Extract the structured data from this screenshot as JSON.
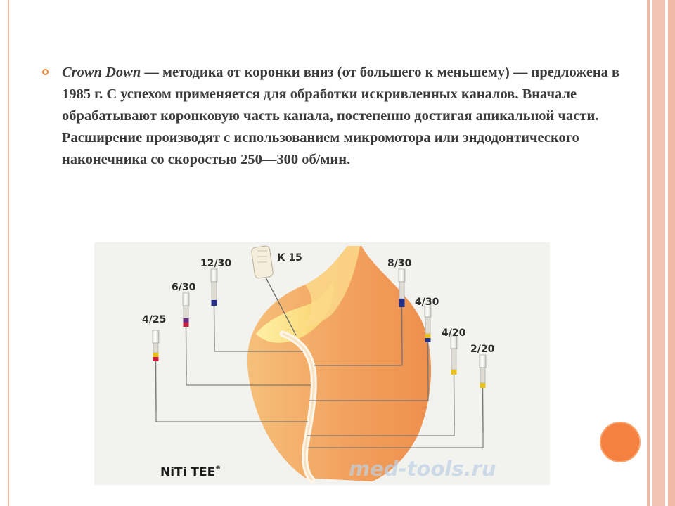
{
  "slide": {
    "text_em": "Crown Down",
    "text_rest": " — методика от коронки вниз (от большего к меньшему) — предложена в 1985 г. С успехом применяется для обработки искривленных каналов. Вначале обрабатывают коронковую часть канала, постепенно достигая апикальной части. Расширение производят с использованием микромотора или эндодонтического наконечника со скоростью 250—300 об/мин."
  },
  "figure": {
    "labels": {
      "k15": "К 15",
      "f1230": "12/30",
      "f630": "6/30",
      "f425": "4/25",
      "f830": "8/30",
      "f430": "4/30",
      "f420": "4/20",
      "f220": "2/20"
    },
    "brand": "NiTi TEE",
    "trademark": "®",
    "watermark": "med-tools.ru"
  },
  "colors": {
    "accent": "#f08a3e",
    "frame": "#f1b9a6",
    "tooth": "#f4a45c",
    "text": "#3b3b3b"
  }
}
